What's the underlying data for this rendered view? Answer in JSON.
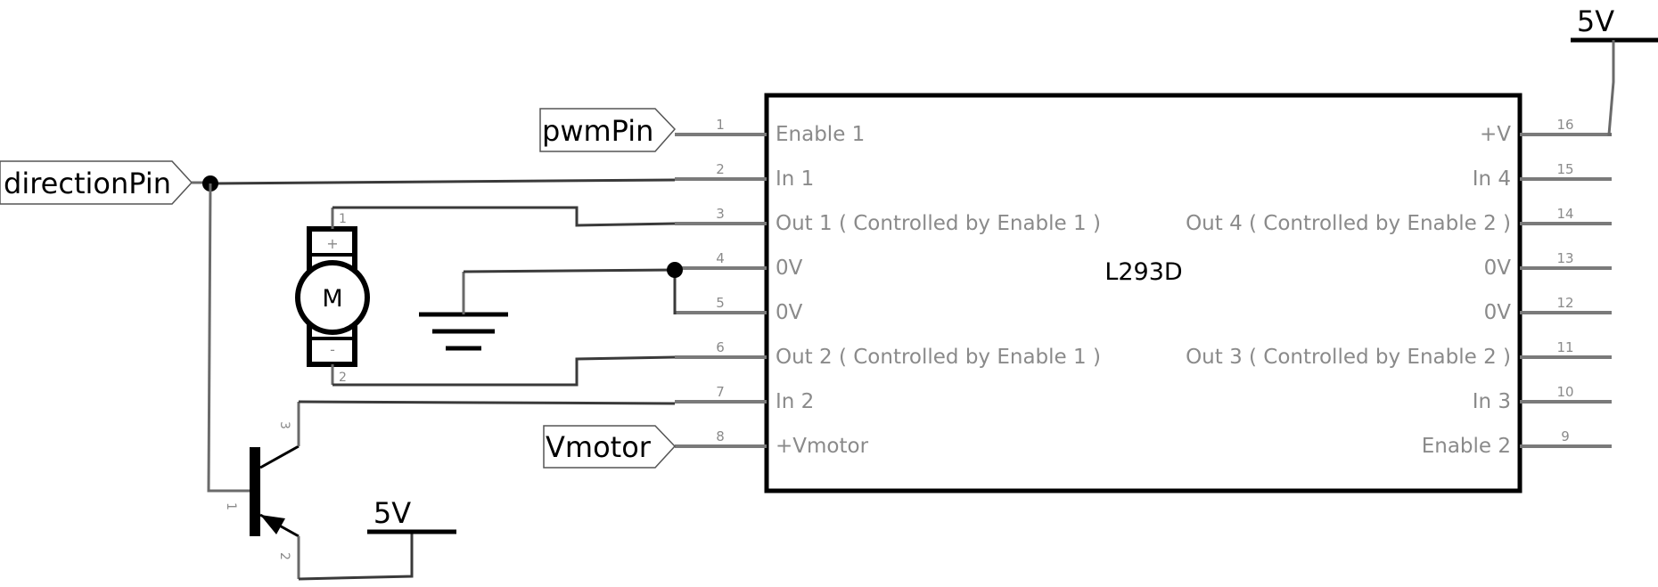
{
  "chip": {
    "name": "L293D",
    "left_pins": [
      {
        "num": "1",
        "name": "Enable 1"
      },
      {
        "num": "2",
        "name": "In 1"
      },
      {
        "num": "3",
        "name": "Out 1 ( Controlled by Enable 1 )"
      },
      {
        "num": "4",
        "name": "0V"
      },
      {
        "num": "5",
        "name": "0V"
      },
      {
        "num": "6",
        "name": "Out 2 ( Controlled by Enable 1 )"
      },
      {
        "num": "7",
        "name": "In 2"
      },
      {
        "num": "8",
        "name": "+Vmotor"
      }
    ],
    "right_pins": [
      {
        "num": "16",
        "name": "+V"
      },
      {
        "num": "15",
        "name": "In 4"
      },
      {
        "num": "14",
        "name": "Out 4 ( Controlled by Enable 2 )"
      },
      {
        "num": "13",
        "name": "0V"
      },
      {
        "num": "12",
        "name": "0V"
      },
      {
        "num": "11",
        "name": "Out 3 ( Controlled by Enable 2 )"
      },
      {
        "num": "10",
        "name": "In 3"
      },
      {
        "num": "9",
        "name": "Enable 2"
      }
    ]
  },
  "labels": {
    "pwm": "pwmPin",
    "direction": "directionPin",
    "vmotor": "Vmotor"
  },
  "power": {
    "top_right": "5V",
    "transistor": "5V"
  },
  "motor": {
    "symbol": "M",
    "plus": "+",
    "minus": "-",
    "pin1": "1",
    "pin2": "2"
  },
  "transistor": {
    "pin1": "1",
    "pin2": "2",
    "pin3": "3"
  }
}
